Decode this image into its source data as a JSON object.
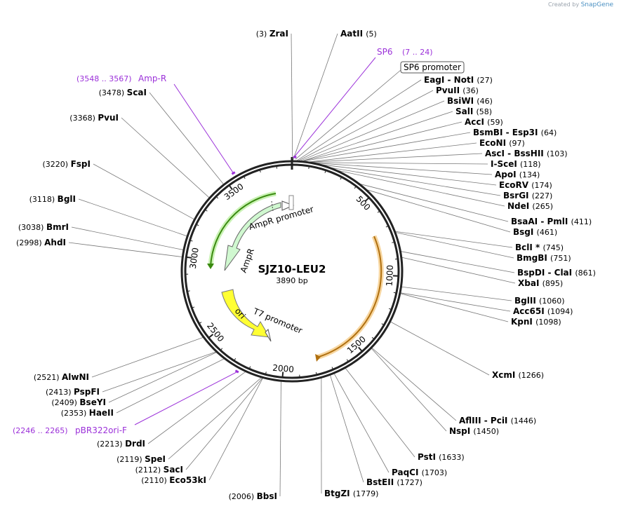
{
  "credit": {
    "prefix": "Created by",
    "brand": "SnapGene"
  },
  "plasmid": {
    "name": "SJZ10-LEU2",
    "size_label": "3890 bp",
    "length": 3890
  },
  "ticks": [
    "500",
    "1000",
    "1500",
    "2000",
    "2500",
    "3000",
    "3500"
  ],
  "promoter_box": "SP6 promoter",
  "features": {
    "ampr": "AmpR",
    "ampr_promoter": "AmpR promoter",
    "ori": "ori",
    "t7": "T7 promoter"
  },
  "primers": {
    "sp6": {
      "name": "SP6",
      "pos": "(7 .. 24)"
    },
    "ampr": {
      "name": "Amp-R",
      "pos": "(3548 .. 3567)"
    },
    "pbr": {
      "name": "pBR322ori-F",
      "pos": "(2246 .. 2265)"
    }
  },
  "enzymes_right": [
    {
      "name": "AatII",
      "pos": "(5)"
    },
    {
      "name": "EagI  -  NotI",
      "pos": "(27)"
    },
    {
      "name": "PvuII",
      "pos": "(36)"
    },
    {
      "name": "BsiWI",
      "pos": "(46)"
    },
    {
      "name": "SalI",
      "pos": "(58)"
    },
    {
      "name": "AccI",
      "pos": "(59)"
    },
    {
      "name": "BsmBI  -  Esp3I",
      "pos": "(64)"
    },
    {
      "name": "EcoNI",
      "pos": "(97)"
    },
    {
      "name": "AscI  -  BssHII",
      "pos": "(103)"
    },
    {
      "name": "I-SceI",
      "pos": "(118)"
    },
    {
      "name": "ApoI",
      "pos": "(134)"
    },
    {
      "name": "EcoRV",
      "pos": "(174)"
    },
    {
      "name": "BsrGI",
      "pos": "(227)"
    },
    {
      "name": "NdeI",
      "pos": "(265)"
    },
    {
      "name": "BsaAI  -  PmlI",
      "pos": "(411)"
    },
    {
      "name": "BsgI",
      "pos": "(461)"
    },
    {
      "name": "BclI *",
      "pos": "(745)"
    },
    {
      "name": "BmgBI",
      "pos": "(751)"
    },
    {
      "name": "BspDI  -  ClaI",
      "pos": "(861)"
    },
    {
      "name": "XbaI",
      "pos": "(895)"
    },
    {
      "name": "BglII",
      "pos": "(1060)"
    },
    {
      "name": "Acc65I",
      "pos": "(1094)"
    },
    {
      "name": "KpnI",
      "pos": "(1098)"
    },
    {
      "name": "XcmI",
      "pos": "(1266)"
    },
    {
      "name": "AflIII  -  PciI",
      "pos": "(1446)"
    },
    {
      "name": "NspI",
      "pos": "(1450)"
    },
    {
      "name": "PstI",
      "pos": "(1633)"
    },
    {
      "name": "PaqCI",
      "pos": "(1703)"
    },
    {
      "name": "BstEII",
      "pos": "(1727)"
    },
    {
      "name": "BtgZI",
      "pos": "(1779)"
    }
  ],
  "enzymes_left": [
    {
      "name": "ZraI",
      "pos": "(3)"
    },
    {
      "name": "ScaI",
      "pos": "(3478)"
    },
    {
      "name": "PvuI",
      "pos": "(3368)"
    },
    {
      "name": "FspI",
      "pos": "(3220)"
    },
    {
      "name": "BglI",
      "pos": "(3118)"
    },
    {
      "name": "BmrI",
      "pos": "(3038)"
    },
    {
      "name": "AhdI",
      "pos": "(2998)"
    },
    {
      "name": "AlwNI",
      "pos": "(2521)"
    },
    {
      "name": "PspFI",
      "pos": "(2413)"
    },
    {
      "name": "BseYI",
      "pos": "(2409)"
    },
    {
      "name": "HaeII",
      "pos": "(2353)"
    },
    {
      "name": "DrdI",
      "pos": "(2213)"
    },
    {
      "name": "SpeI",
      "pos": "(2119)"
    },
    {
      "name": "SacI",
      "pos": "(2112)"
    },
    {
      "name": "Eco53kI",
      "pos": "(2110)"
    },
    {
      "name": "BbsI",
      "pos": "(2006)"
    }
  ],
  "colors": {
    "backbone": "#222222",
    "primer": "#9b30d9",
    "ampr": "#c8f5c8",
    "ori": "#ffff00",
    "orf_arc": "#f0a030",
    "amp_arc": "#4a9a1a"
  }
}
